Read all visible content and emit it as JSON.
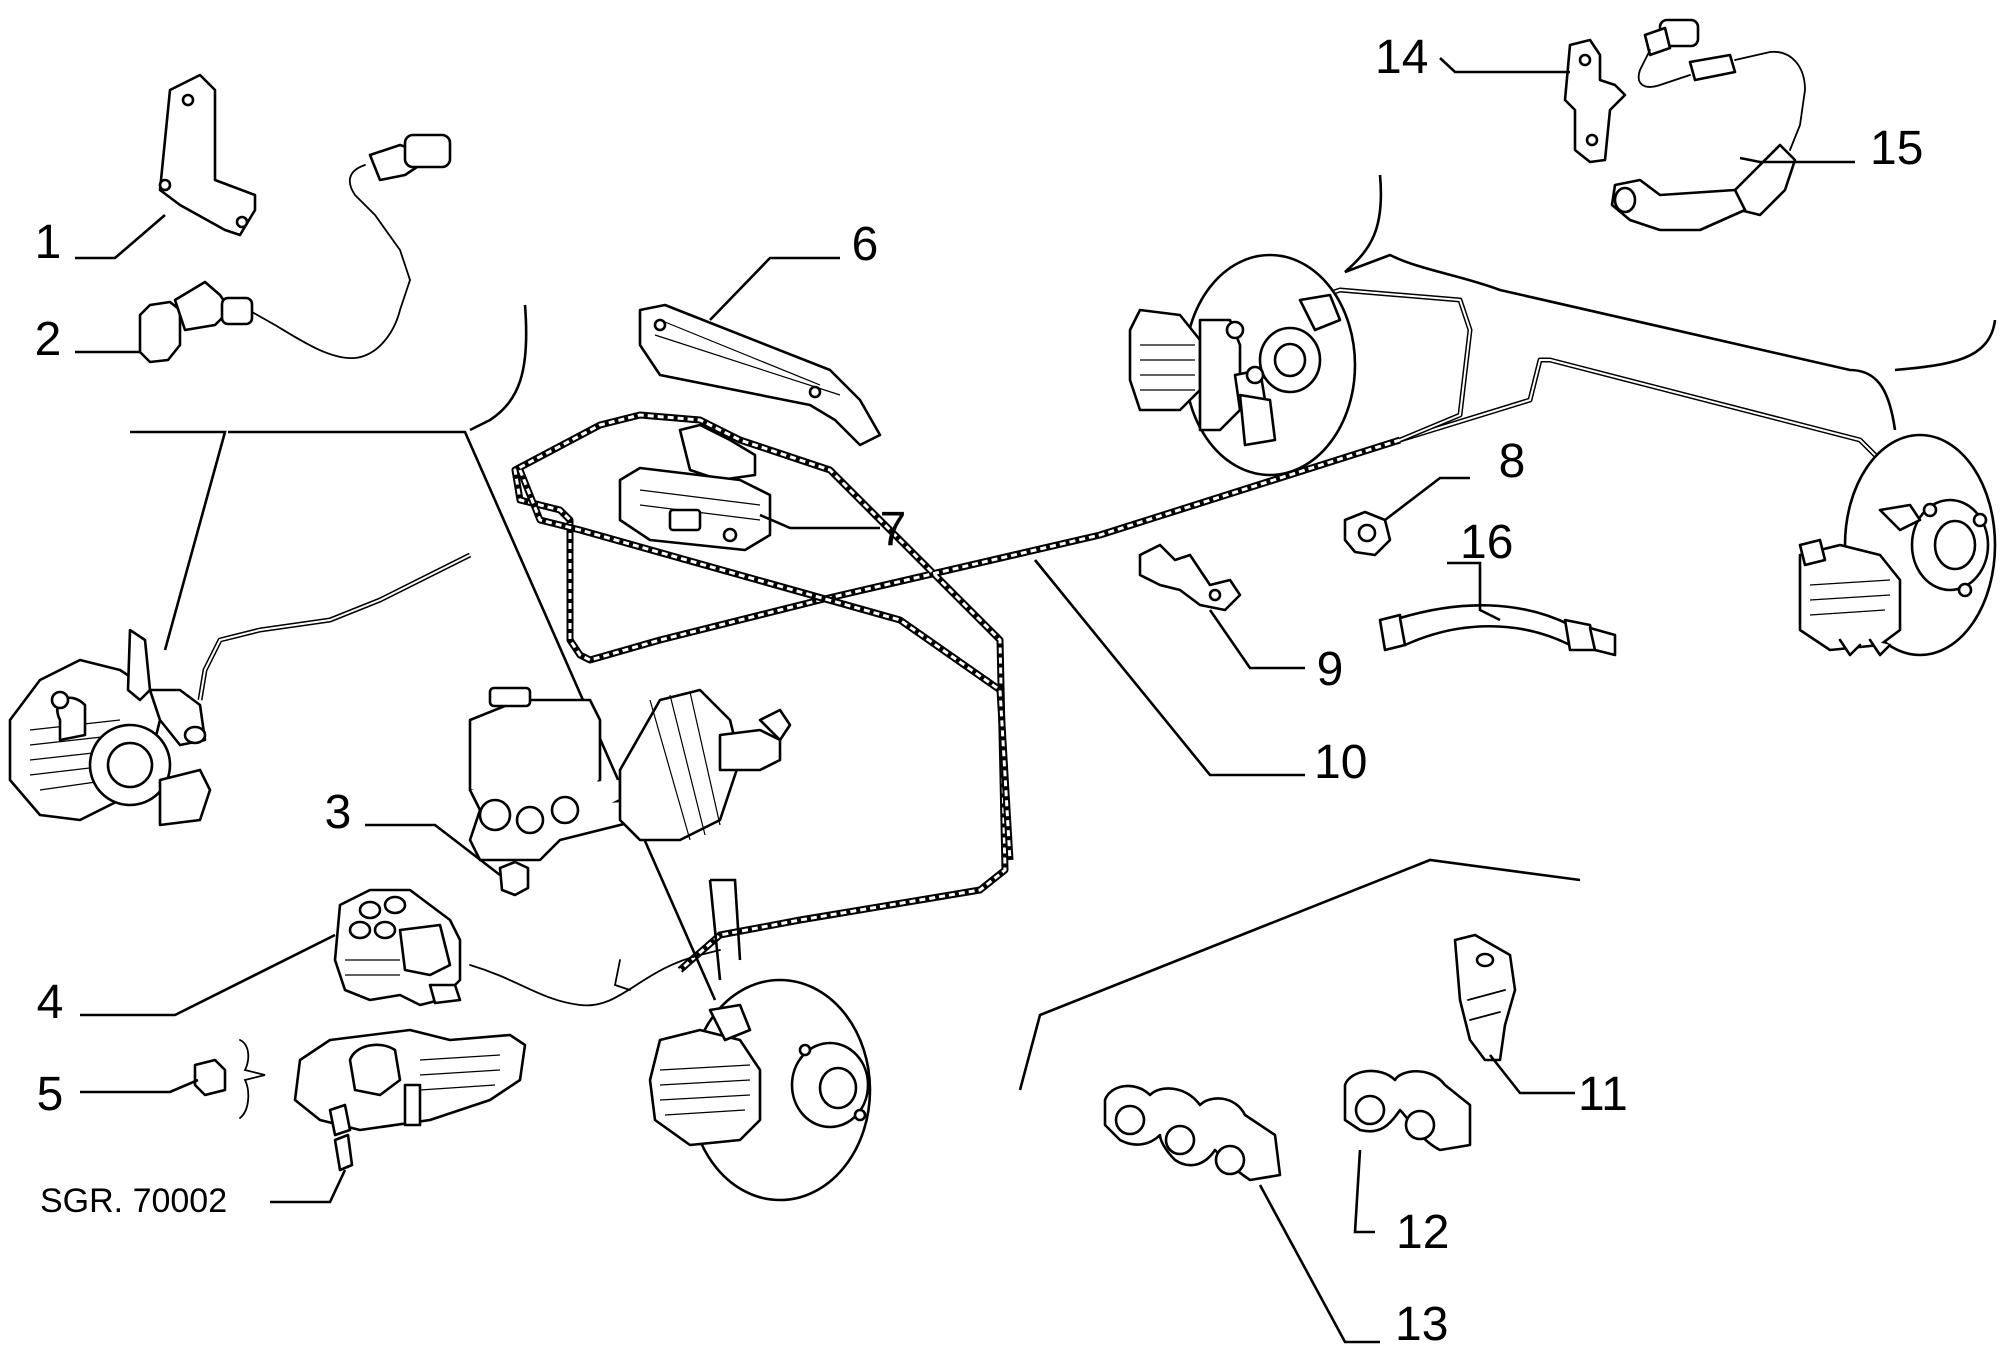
{
  "diagram": {
    "reference": "SGR. 70002",
    "callouts": [
      {
        "id": "1",
        "label": "1"
      },
      {
        "id": "2",
        "label": "2"
      },
      {
        "id": "3",
        "label": "3"
      },
      {
        "id": "4",
        "label": "4"
      },
      {
        "id": "5",
        "label": "5"
      },
      {
        "id": "6",
        "label": "6"
      },
      {
        "id": "7",
        "label": "7"
      },
      {
        "id": "8",
        "label": "8"
      },
      {
        "id": "9",
        "label": "9"
      },
      {
        "id": "10",
        "label": "10"
      },
      {
        "id": "11",
        "label": "11"
      },
      {
        "id": "12",
        "label": "12"
      },
      {
        "id": "13",
        "label": "13"
      },
      {
        "id": "14",
        "label": "14"
      },
      {
        "id": "15",
        "label": "15"
      },
      {
        "id": "16",
        "label": "16"
      }
    ]
  }
}
